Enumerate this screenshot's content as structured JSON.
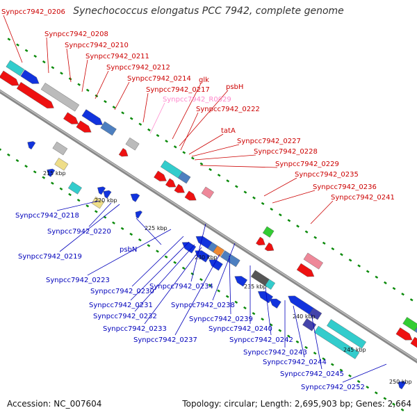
{
  "header": {
    "title": "Synechococcus elongatus PCC 7942, complete genome"
  },
  "footer": {
    "accession": "Accession: NC_007604",
    "topology": "Topology: circular; Length: 2,695,903 bp; Genes: 2,664"
  },
  "colors": {
    "forward_label": "#cc0000",
    "reverse_label": "#0000bb",
    "rna_label": "#ff88cc",
    "backbone": "#888888",
    "tick": "#0a8a0a"
  },
  "ticks": [
    {
      "text": "215 kbp"
    },
    {
      "text": "220 kbp"
    },
    {
      "text": "225 kbp"
    },
    {
      "text": "230 kbp"
    },
    {
      "text": "235 kbp"
    },
    {
      "text": "240 kbp"
    },
    {
      "text": "245 kbp"
    },
    {
      "text": "250 kbp"
    }
  ],
  "top_labels": [
    {
      "text": "Synpcc7942_0206"
    },
    {
      "text": "Synpcc7942_0208"
    },
    {
      "text": "Synpcc7942_0210"
    },
    {
      "text": "Synpcc7942_0211"
    },
    {
      "text": "Synpcc7942_0212"
    },
    {
      "text": "Synpcc7942_0214"
    },
    {
      "text": "glk"
    },
    {
      "text": "Synpcc7942_0217"
    },
    {
      "text": "psbH"
    },
    {
      "text": "Synpcc7942_R0029"
    },
    {
      "text": "Synpcc7942_0222"
    },
    {
      "text": "tatA"
    },
    {
      "text": "Synpcc7942_0227"
    },
    {
      "text": "Synpcc7942_0228"
    },
    {
      "text": "Synpcc7942_0229"
    },
    {
      "text": "Synpcc7942_0235"
    },
    {
      "text": "Synpcc7942_0236"
    },
    {
      "text": "Synpcc7942_0241"
    }
  ],
  "bottom_labels": [
    {
      "text": "Synpcc7942_0218"
    },
    {
      "text": "Synpcc7942_0220"
    },
    {
      "text": "psbN"
    },
    {
      "text": "Synpcc7942_0219"
    },
    {
      "text": "Synpcc7942_0223"
    },
    {
      "text": "Synpcc7942_0230"
    },
    {
      "text": "Synpcc7942_0234"
    },
    {
      "text": "Synpcc7942_0231"
    },
    {
      "text": "Synpcc7942_0238"
    },
    {
      "text": "Synpcc7942_0232"
    },
    {
      "text": "Synpcc7942_0239"
    },
    {
      "text": "Synpcc7942_0233"
    },
    {
      "text": "Synpcc7942_0240"
    },
    {
      "text": "Synpcc7942_0237"
    },
    {
      "text": "Synpcc7942_0242"
    },
    {
      "text": "Synpcc7942_0243"
    },
    {
      "text": "Synpcc7942_0244"
    },
    {
      "text": "Synpcc7942_0245"
    },
    {
      "text": "Synpcc7942_0252"
    }
  ]
}
